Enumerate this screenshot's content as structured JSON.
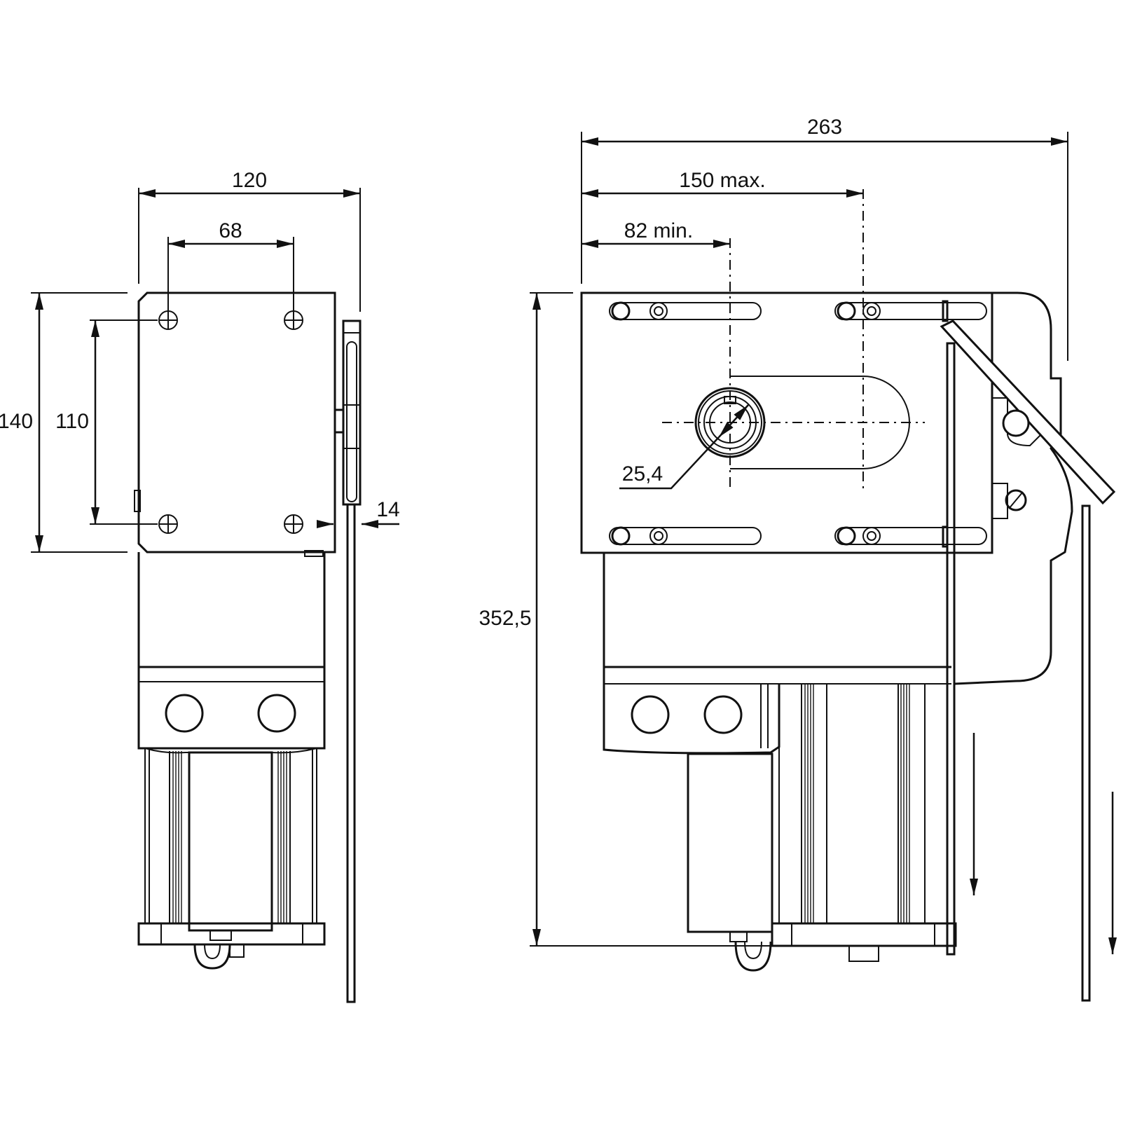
{
  "dimensions": {
    "left_width": "120",
    "hole_spacing_horizontal": "68",
    "height": "140",
    "hole_spacing_vertical": "110",
    "plate_offset": "14",
    "total_width": "263",
    "shaft_max": "150 max.",
    "shaft_min": "82 min.",
    "shaft_diameter": "25,4",
    "total_height": "352,5"
  }
}
